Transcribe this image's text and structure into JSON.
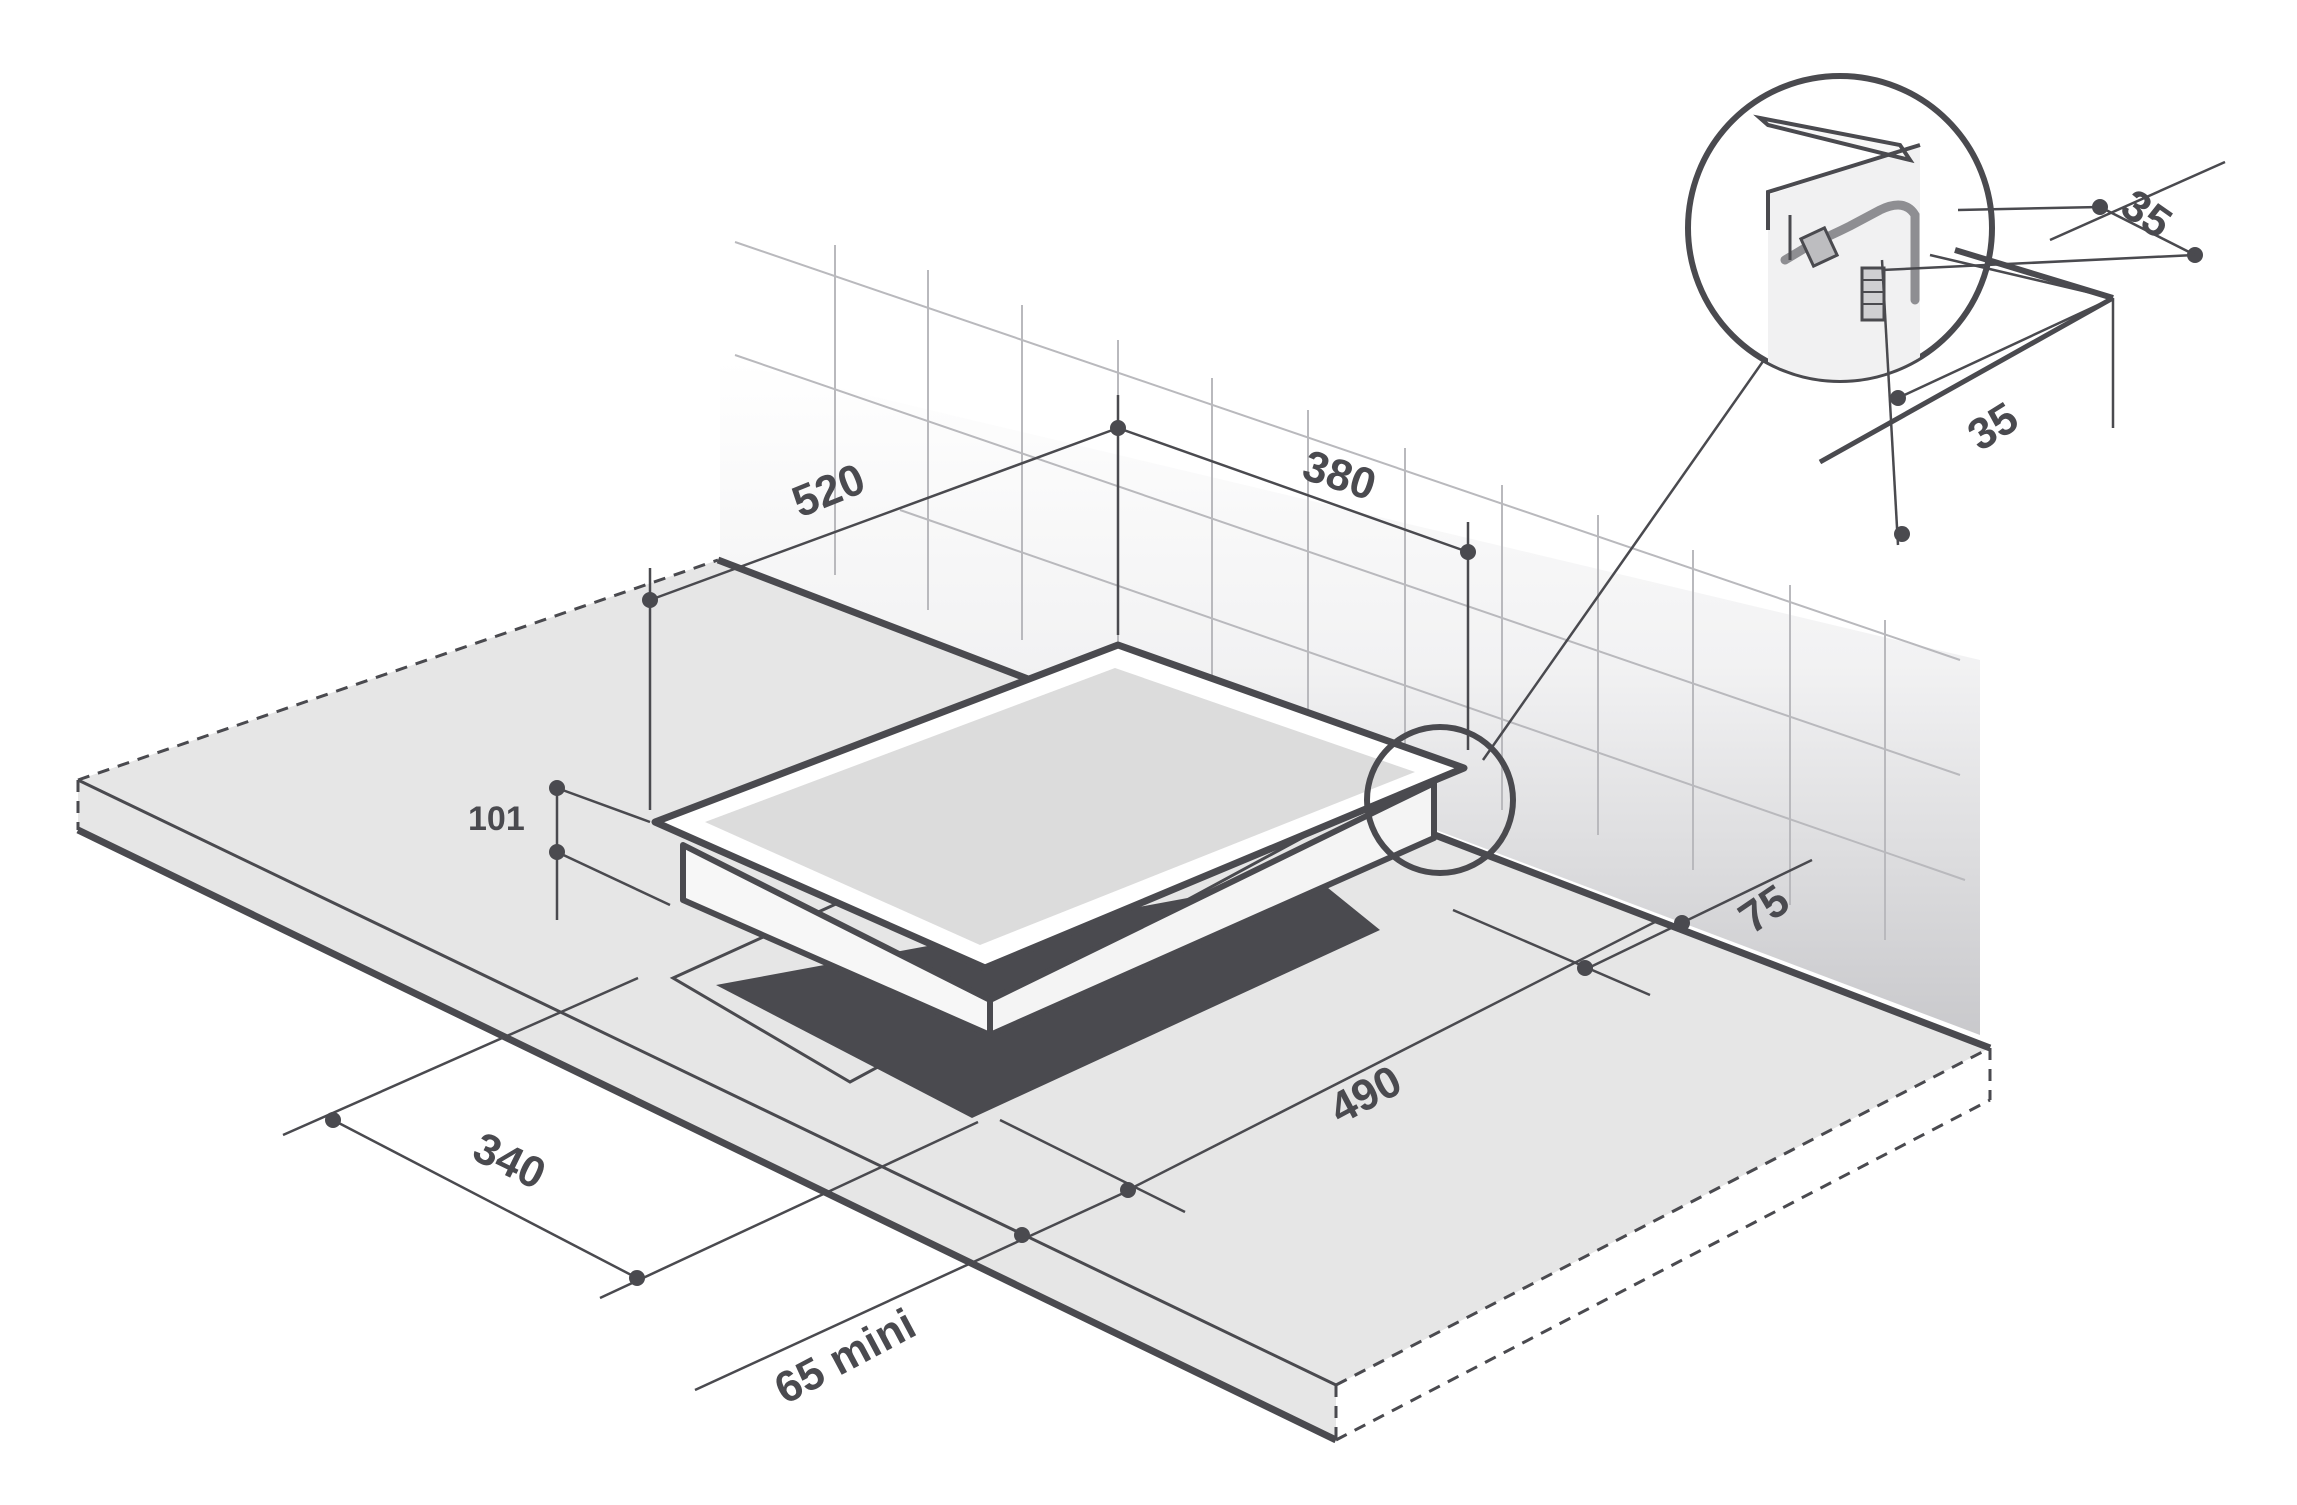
{
  "dimensions": {
    "width_380": "380",
    "depth_520": "520",
    "height_101": "101",
    "cutout_490": "490",
    "cutout_340": "340",
    "edge_65": "65 mini",
    "back_75": "75",
    "detail_35_top": "35",
    "detail_35_side": "35"
  },
  "colors": {
    "line": "#4a4a4f",
    "counter": "#e6e6e6",
    "wall_grid": "#b9b9bd",
    "glass": "#dcdcdc",
    "cutout": "#4a4a4f"
  }
}
